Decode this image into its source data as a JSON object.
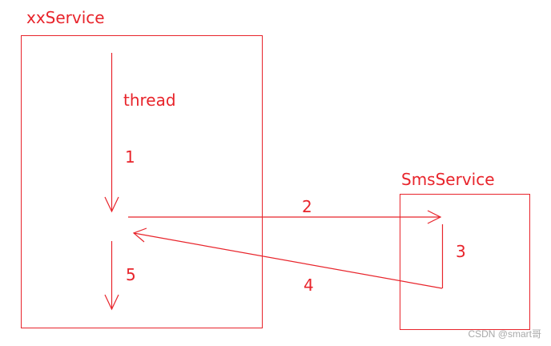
{
  "services": {
    "left": {
      "title": "xxService"
    },
    "right": {
      "title": "SmsService"
    }
  },
  "labels": {
    "thread": "thread",
    "step1": "1",
    "step2": "2",
    "step3": "3",
    "step4": "4",
    "step5": "5"
  },
  "watermark": "CSDN @smart哥",
  "colors": {
    "stroke": "#e8242b",
    "watermark": "#a9a9a9"
  }
}
